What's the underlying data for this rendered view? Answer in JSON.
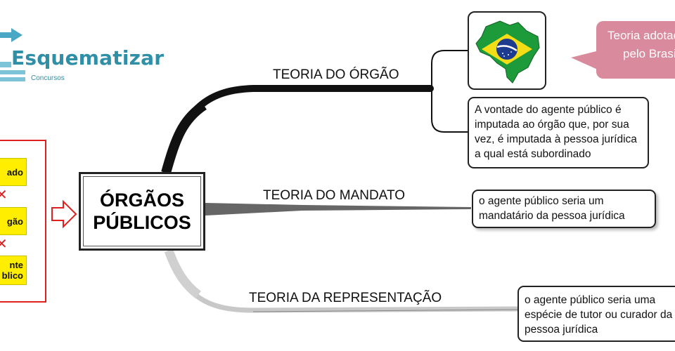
{
  "logo": {
    "name": "Esquematizar",
    "subtitle": "Concursos"
  },
  "left_panel": {
    "items": [
      {
        "text": "ado"
      },
      {
        "text": "gão"
      },
      {
        "line1": "nte",
        "line2": "blico"
      }
    ]
  },
  "central_node": {
    "line1": "ÓRGÃOS",
    "line2": "PÚBLICOS"
  },
  "branches": [
    {
      "label": "TEORIA DO ÓRGÃO",
      "description": "A vontade do agente público é imputada ao órgão que, por sua vez, é imputada à pessoa jurídica a qual está subordinado"
    },
    {
      "label": "TEORIA DO MANDATO",
      "description": "o agente público seria um mandatário da pessoa jurídica"
    },
    {
      "label": "TEORIA DA REPRESENTAÇÃO",
      "description": "o agente público seria uma espécie de tutor ou curador da pessoa jurídica"
    }
  ],
  "callout": {
    "line1": "Teoria adotada",
    "line2": "pelo Brasil"
  },
  "flag_icon": "brazil-map-flag-icon",
  "colors": {
    "logo_teal": "#2f8fa6",
    "panel_red": "#e02020",
    "box_yellow": "#ffee00",
    "callout_pink": "#d98a9c",
    "flag_green": "#1d9a3a",
    "flag_yellow": "#f2dd17",
    "flag_blue": "#1d3c8f"
  }
}
